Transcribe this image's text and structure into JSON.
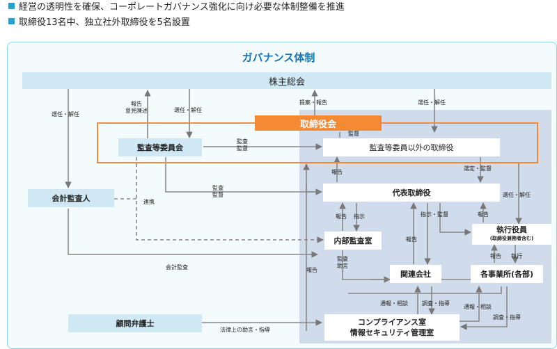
{
  "bullets": [
    "経営の透明性を確保、コーポレートガバナンス強化に向け必要な体制整備を推進",
    "取締役13名中、独立社外取締役を5名設置"
  ],
  "diagram": {
    "title": "ガバナンス体制",
    "nodes": {
      "shareholders": "株主総会",
      "board": "取締役会",
      "audit_committee": "監査等委員会",
      "other_directors": "監査等委員以外の取締役",
      "auditor": "会計監査人",
      "ceo": "代表取締役",
      "internal_audit": "内部監査室",
      "officers": "執行役員",
      "officers_note": "(取締役兼務者含む)",
      "affiliates": "関連会社",
      "divisions": "各事業所(各部)",
      "lawyer": "顧問弁護士",
      "compliance_1": "コンプライアンス室",
      "compliance_2": "情報セキュリティ管理室"
    },
    "labels": {
      "appoint_dismiss": "選任・解任",
      "report": "報告",
      "opinion": "意見陳述",
      "propose_report": "提案・報告",
      "supervise": "監督",
      "audit": "監査",
      "select_supervise": "選定・監督",
      "instruct": "指示",
      "instruct_supervise": "指示・監督",
      "cooperation": "連携",
      "advice": "助言",
      "accounting_audit": "会計監査",
      "execute": "執行",
      "report_consult": "通報・相談",
      "investigate_guide": "調査・指導",
      "legal_advice": "法律上の助言・指導"
    }
  }
}
